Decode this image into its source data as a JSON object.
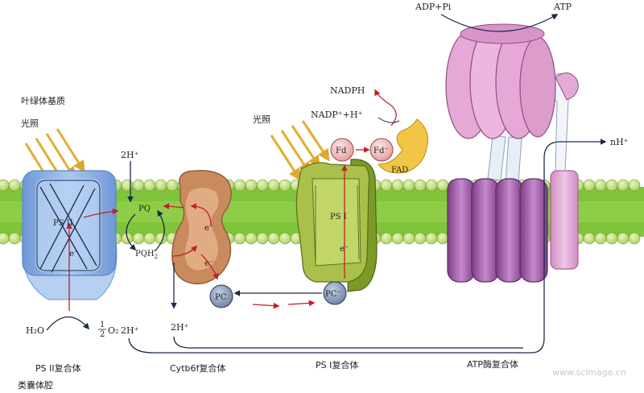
{
  "labels": {
    "stroma": "叶绿体基质",
    "light_left": "光照",
    "light_right": "光照",
    "lumen": "类囊体腔",
    "ps2_complex": "PS II复合体",
    "cytb6f_complex": "Cytb6f复合体",
    "ps1_complex": "PS I复合体",
    "atp_synthase_complex": "ATP酶复合体",
    "ps2": "PS II",
    "ps1": "PS I",
    "electron": "e⁻",
    "pq": "PQ",
    "pqh2": "PQH",
    "pqh2_sub": "2",
    "pc": "PC",
    "pc_minus": "PC⁻",
    "fd": "Fd",
    "fd_minus": "Fd⁻",
    "fad": "FAD",
    "nadph": "NADPH",
    "nadp": "NADP⁺+H⁺",
    "adp_pi": "ADP+Pi",
    "atp": "ATP",
    "nh_plus": "nH⁺",
    "two_h_top": "2H⁺",
    "two_h_mid": "2H⁺",
    "two_h_low": "2H⁺",
    "water": "H₂O",
    "oxygen_coef_num": "1",
    "oxygen_coef_den": "2",
    "oxygen": "O₂",
    "watermark": "www.scimage.cn"
  },
  "colors": {
    "membrane_green": "#7fc43a",
    "lipid_head": "#c9e28a",
    "ps2_blue": "#8fb7e6",
    "cytb6f_brown": "#c98a5e",
    "ps1_green": "#a9c04a",
    "atpase_purple": "#b06ab8",
    "atpase_pink": "#e6a8d6",
    "arrow_red": "#c0202a"
  }
}
